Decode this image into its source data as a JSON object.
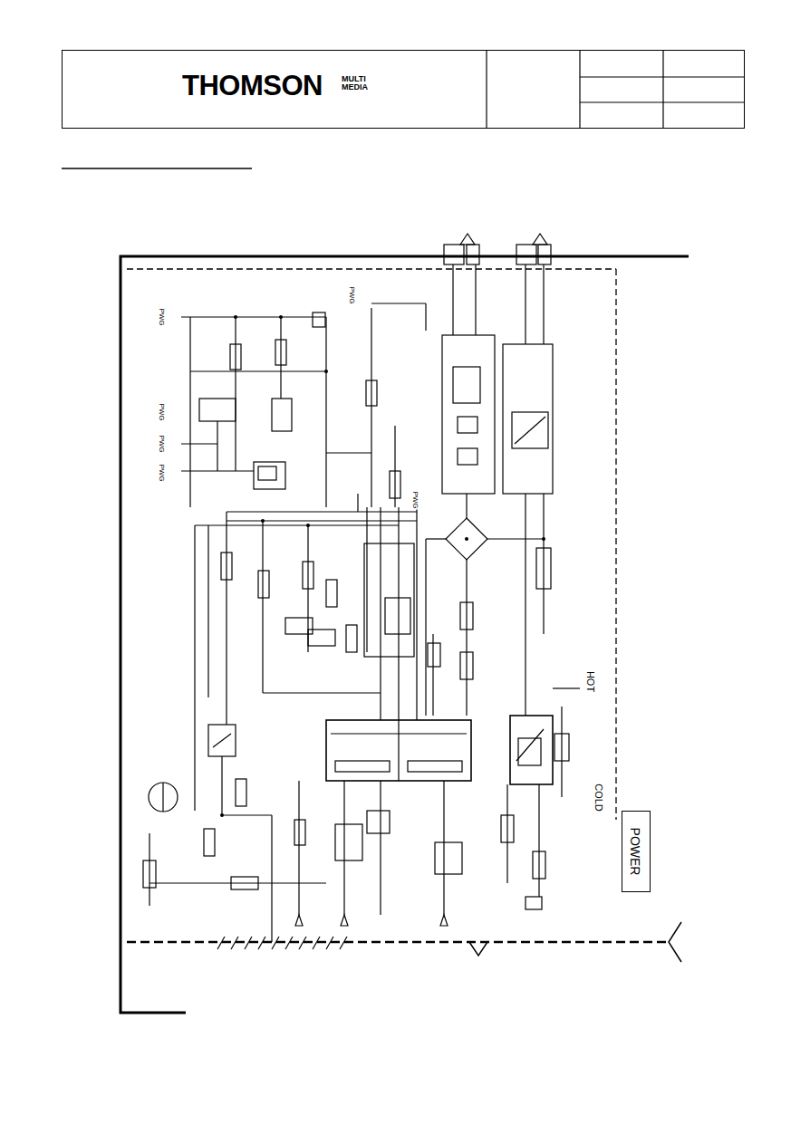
{
  "diagram": {
    "nodes": [
      {
        "text": [
          "THOMSON",
          "MULTI MEDIA"
        ]
      },
      {
        "text": [
          "POWER"
        ]
      }
    ],
    "labels": [
      "HOT",
      "COLD",
      "PWG",
      "PWG",
      "PWG",
      "PWG",
      "PWG",
      "PWG"
    ]
  }
}
